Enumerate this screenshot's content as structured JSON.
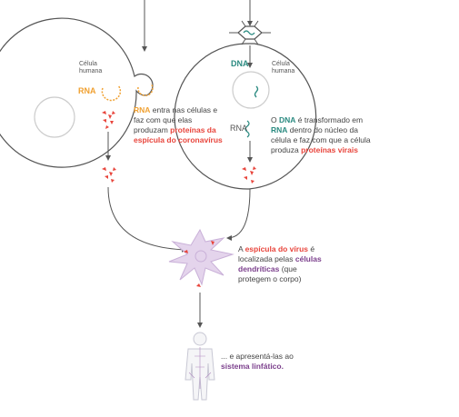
{
  "colors": {
    "rna": "#f0a030",
    "dna": "#2a8a80",
    "protein": "#e8453c",
    "dendritic": "#7b3f8c",
    "dendritic_fill": "#e4d4ec",
    "line": "#555555"
  },
  "left_cell": {
    "cell_label": "Célula humana",
    "rna_label": "RNA",
    "desc_rna": "RNA",
    "desc_mid": " entra nas células e faz com que elas produzam ",
    "desc_protein": "proteínas da espícula do coronavírus"
  },
  "right_cell": {
    "dna_label": "DNA",
    "cell_label": "Célula humana",
    "rna_label": "RNA",
    "desc_pre": "O ",
    "desc_dna": "DNA",
    "desc_mid1": " é transformado em ",
    "desc_rna": "RNA",
    "desc_mid2": " dentro do núcleo da célula e faz com que a célula produza ",
    "desc_protein": "proteínas virais"
  },
  "dendritic": {
    "pre": "A ",
    "spike": "espícula do vírus",
    "mid": " é localizada pelas ",
    "cells": "células dendríticas",
    "post": " (que protegem o corpo)"
  },
  "lymph": {
    "pre": "... e apresentá-las ao ",
    "system": "sistema linfático."
  }
}
